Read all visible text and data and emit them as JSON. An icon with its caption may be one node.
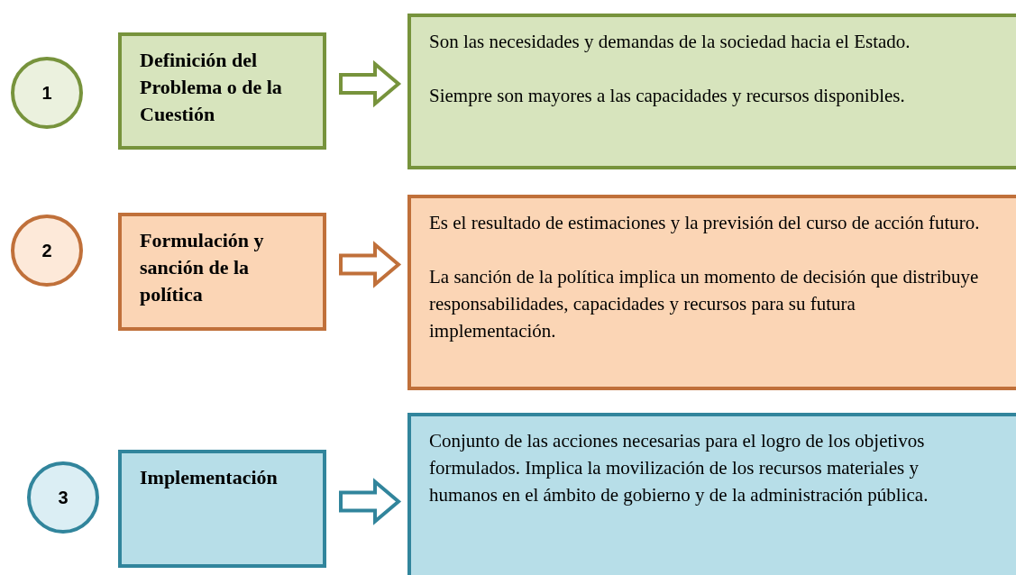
{
  "diagram": {
    "nodes": [
      {
        "text": [
          "1"
        ]
      },
      {
        "text": [
          "Definición del Problema o de la Cuestión"
        ]
      },
      {
        "text": [
          "Son las necesidades y demandas de la sociedad hacia el Estado.",
          "Siempre son mayores a las capacidades y recursos disponibles."
        ]
      },
      {
        "text": [
          "2"
        ]
      },
      {
        "text": [
          "Formulación y sanción de la política"
        ]
      },
      {
        "text": [
          "Es el resultado de estimaciones y la previsión del curso de acción futuro.",
          "La sanción de la política implica un momento de decisión que distribuye responsabilidades, capacidades y recursos para su futura implementación."
        ]
      },
      {
        "text": [
          "3"
        ]
      },
      {
        "text": [
          "Implementación"
        ]
      },
      {
        "text": [
          "Conjunto de las acciones necesarias para el logro de los objetivos formulados. Implica la movilización de los recursos materiales y humanos en el ámbito de gobierno y de la administración pública."
        ]
      }
    ],
    "edges": [
      {
        "from": 1,
        "to": 2,
        "arrow": "to",
        "color": "#77933c"
      },
      {
        "from": 4,
        "to": 5,
        "arrow": "to",
        "color": "#c0703a"
      },
      {
        "from": 7,
        "to": 8,
        "arrow": "to",
        "color": "#31859c"
      }
    ]
  }
}
